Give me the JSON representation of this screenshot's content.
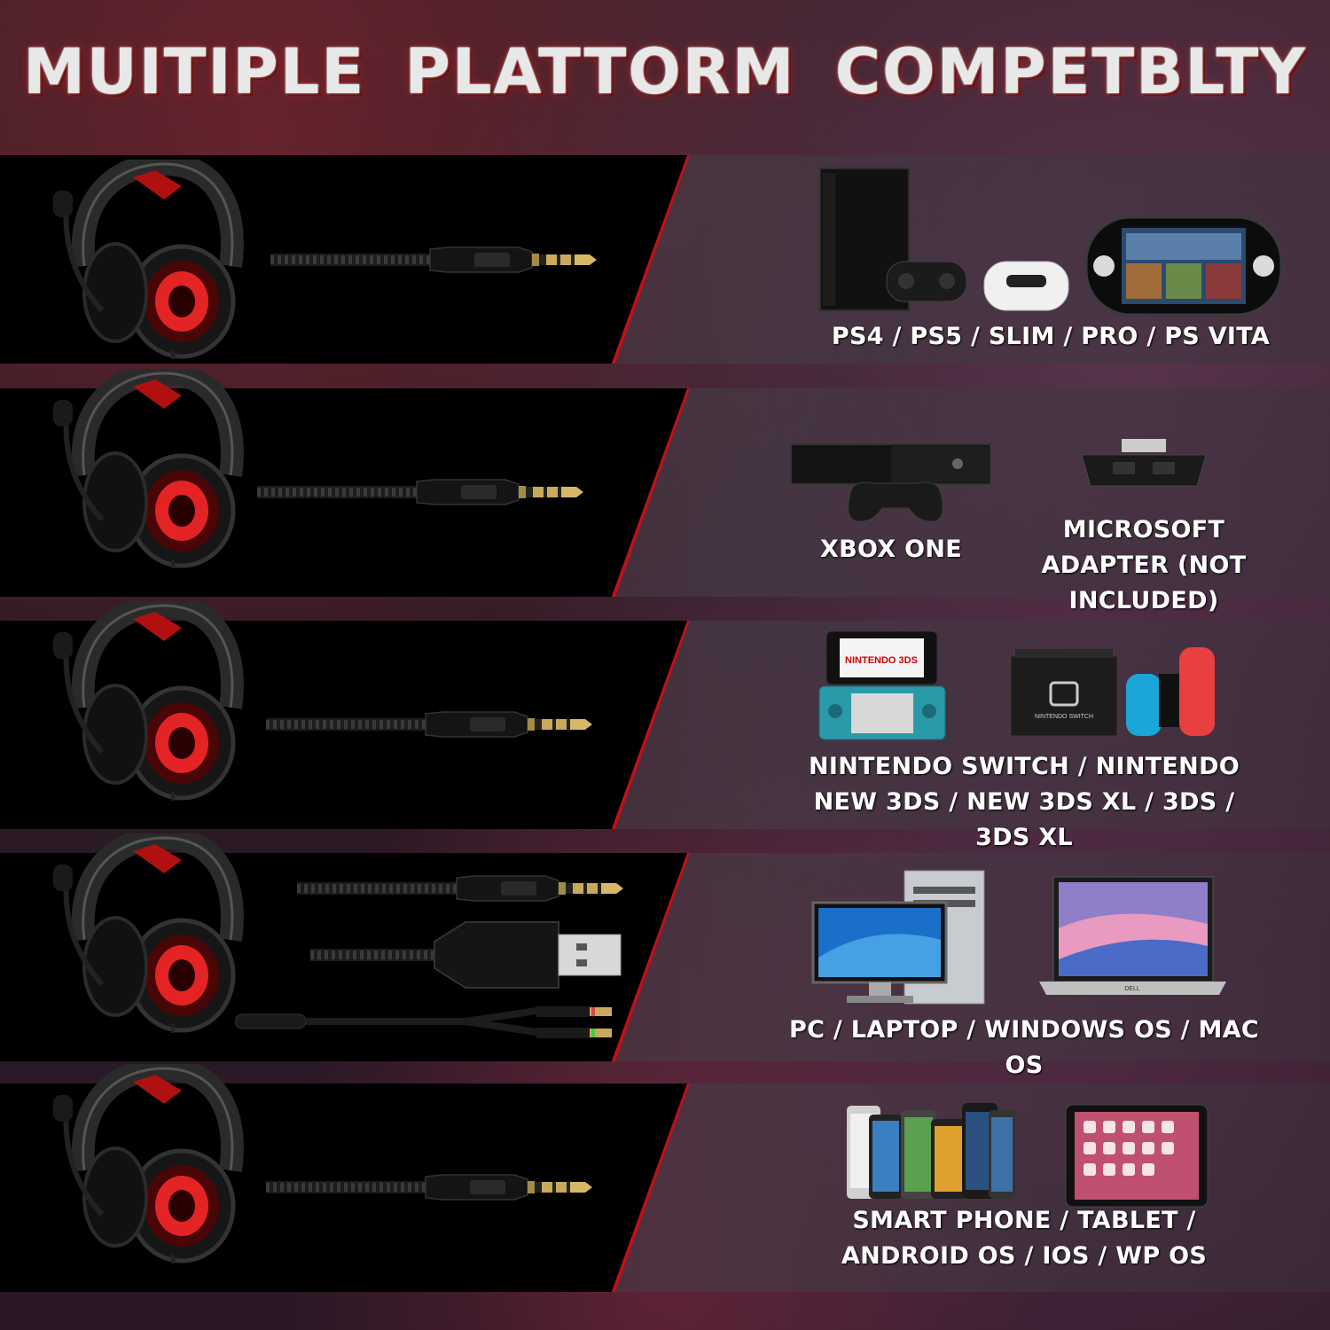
{
  "title": "MUITIPLE  PLATTORM COMPETBLTY",
  "rows": [
    {
      "label": "PS4 / PS5 / SLIM / PRO / PS VITA"
    },
    {
      "label_a": "XBOX ONE",
      "label_b": "MICROSOFT ADAPTER (NOT INCLUDED)"
    },
    {
      "label": "NINTENDO SWITCH / NINTENDO NEW 3DS / NEW 3DS XL / 3DS / 3DS XL"
    },
    {
      "label": "PC / LAPTOP / WINDOWS OS / MAC OS"
    },
    {
      "label": "SMART PHONE / TABLET / ANDROID OS / IOS / WP OS"
    }
  ],
  "device_text": {
    "switch_logo": "NINTENDO SWITCH",
    "ds_logo": "NINTENDO 3DS",
    "dell_logo": "DELL"
  },
  "colors": {
    "accent_red": "#c01018",
    "led_red": "#ff2a2a"
  }
}
